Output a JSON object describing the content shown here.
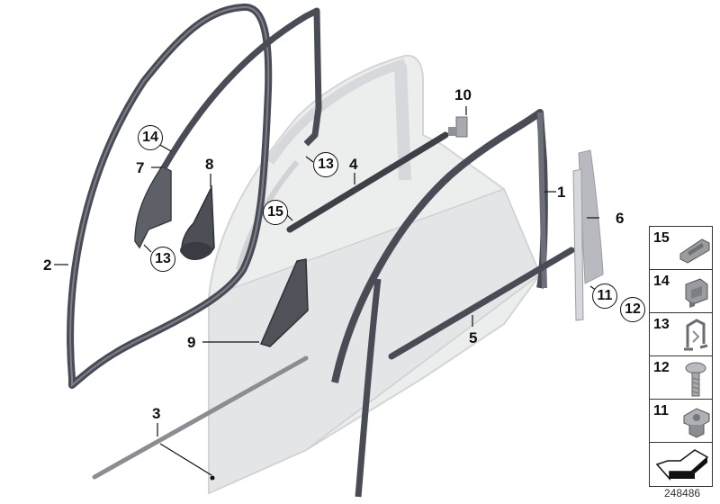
{
  "diagram": {
    "type": "exploded parts diagram",
    "subject": "front door seals, trims and mounting parts",
    "document_number": "248486",
    "callouts": [
      {
        "id": "c1",
        "label": "1",
        "circled": false,
        "part": "door frame seal (window channel)"
      },
      {
        "id": "c2",
        "label": "2",
        "circled": false,
        "part": "door opening seal"
      },
      {
        "id": "c3",
        "label": "3",
        "circled": false,
        "part": "lower door seal strip"
      },
      {
        "id": "c4",
        "label": "4",
        "circled": false,
        "part": "outer window shaft seal"
      },
      {
        "id": "c5",
        "label": "5",
        "circled": false,
        "part": "inner door seal strip"
      },
      {
        "id": "c6",
        "label": "6",
        "circled": false,
        "part": "B-pillar trim cover"
      },
      {
        "id": "c7",
        "label": "7",
        "circled": false,
        "part": "A-pillar triangle cover"
      },
      {
        "id": "c8",
        "label": "8",
        "circled": false,
        "part": "mirror triangle trim"
      },
      {
        "id": "c9",
        "label": "9",
        "circled": false,
        "part": "mirror base seal"
      },
      {
        "id": "c10",
        "label": "10",
        "circled": false,
        "part": "bracket"
      },
      {
        "id": "c11",
        "label": "11",
        "circled": true,
        "part": "cage nut"
      },
      {
        "id": "c12",
        "label": "12",
        "circled": true,
        "part": "screw"
      },
      {
        "id": "c13a",
        "label": "13",
        "circled": true,
        "part": "clip (upper)"
      },
      {
        "id": "c13b",
        "label": "13",
        "circled": true,
        "part": "clip (lower)"
      },
      {
        "id": "c14",
        "label": "14",
        "circled": true,
        "part": "clip"
      },
      {
        "id": "c15",
        "label": "15",
        "circled": true,
        "part": "clip"
      }
    ]
  },
  "legend": {
    "items": [
      {
        "label": "15",
        "icon": "clip-15-icon"
      },
      {
        "label": "14",
        "icon": "clip-14-icon"
      },
      {
        "label": "13",
        "icon": "spring-clip-13-icon"
      },
      {
        "label": "12",
        "icon": "screw-12-icon"
      },
      {
        "label": "11",
        "icon": "cage-nut-11-icon"
      },
      {
        "label": "",
        "icon": "arrow-navigation-icon"
      }
    ]
  },
  "colors": {
    "seal": "#4a4c55",
    "seal_light": "#7b7e88",
    "panel": "#e9eaec",
    "panel_edge": "#c9cbcf",
    "trim": "#b9bbc0",
    "text": "#111111"
  }
}
